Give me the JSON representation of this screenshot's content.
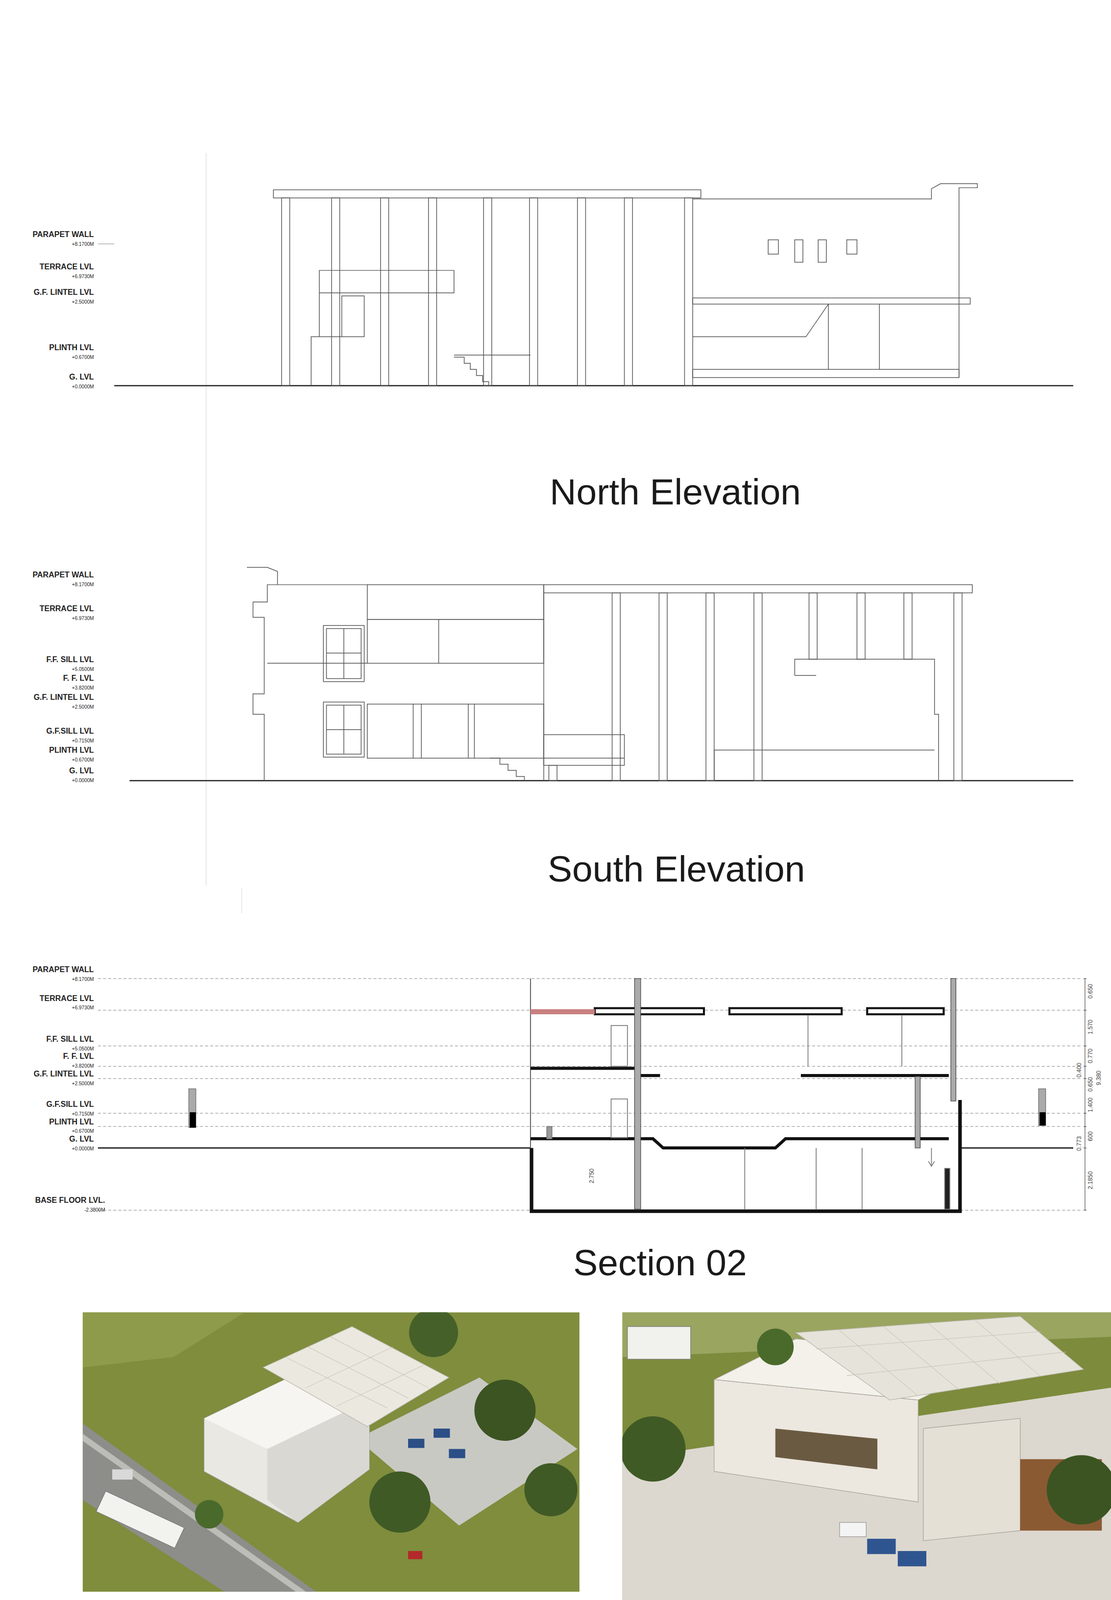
{
  "diagram": {
    "labels": [
      "PARAPET WALL",
      "+8.1700M",
      "TERRACE LVL",
      "+6.9730M",
      "G.F. LINTEL LVL",
      "+2.5000M",
      "PLINTH LVL",
      "+0.6700M",
      "G. LVL",
      "+0.0000M",
      "North Elevation",
      "PARAPET WALL",
      "+8.1700M",
      "TERRACE LVL",
      "+6.9730M",
      "F.F. SILL LVL",
      "+5.0500M",
      "F. F. LVL",
      "+3.8200M",
      "G.F. LINTEL LVL",
      "+2.5000M",
      "G.F.SILL LVL",
      "+0.7150M",
      "PLINTH LVL",
      "+0.6700M",
      "G. LVL",
      "+0.0000M",
      "South Elevation",
      "PARAPET WALL",
      "+8.1700M",
      "TERRACE LVL",
      "+6.9730M",
      "F.F. SILL LVL",
      "+5.0500M",
      "F. F. LVL",
      "+3.8200M",
      "G.F. LINTEL LVL",
      "+2.5000M",
      "G.F.SILL LVL",
      "+0.7150M",
      "PLINTH LVL",
      "+0.6700M",
      "G. LVL",
      "+0.0000M",
      "BASE FLOOR LVL.",
      "-2.3800M",
      "0.650",
      "1.570",
      "0.770",
      "0.400",
      "0.650",
      "9.380",
      "1.400",
      "600",
      "0.773",
      "2.1850",
      "2.750",
      "Section 02"
    ]
  }
}
